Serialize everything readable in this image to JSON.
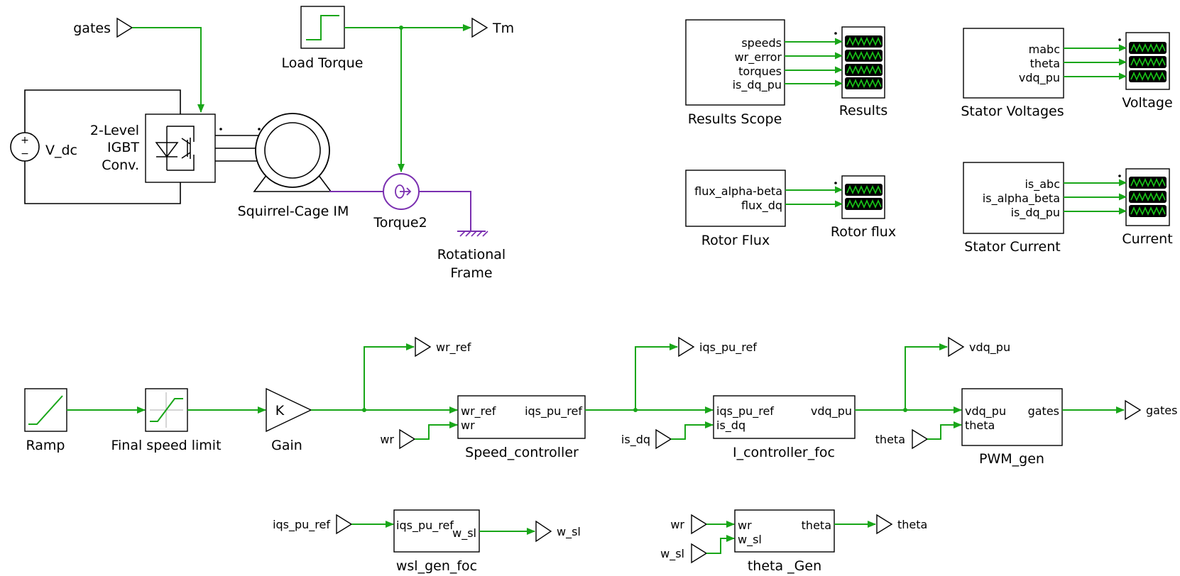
{
  "colors": {
    "signal": "#19a619",
    "mechanical": "#7a2fb0",
    "scope_wave": "#19c619"
  },
  "power": {
    "gates_tag": "gates",
    "vdc_label": "V_dc",
    "converter_label": [
      "2-Level",
      "IGBT",
      "Conv."
    ],
    "motor_label": "Squirrel-Cage IM",
    "load_torque_label": "Load Torque",
    "tm_tag": "Tm",
    "torque_source_label": "Torque2",
    "frame_label": [
      "Rotational",
      "Frame"
    ]
  },
  "scopes": {
    "results_scope": {
      "label": "Results Scope",
      "ports": [
        "speeds",
        "wr_error",
        "torques",
        "is_dq_pu"
      ],
      "scope_label": "Results"
    },
    "stator_voltages": {
      "label": "Stator Voltages",
      "ports": [
        "mabc",
        "theta",
        "vdq_pu"
      ],
      "scope_label": "Voltage"
    },
    "rotor_flux": {
      "label": "Rotor Flux",
      "ports": [
        "flux_alpha-beta",
        "flux_dq"
      ],
      "scope_label": "Rotor flux"
    },
    "stator_current": {
      "label": "Stator Current",
      "ports": [
        "is_abc",
        "is_alpha_beta",
        "is_dq_pu"
      ],
      "scope_label": "Current"
    }
  },
  "control": {
    "ramp_label": "Ramp",
    "limit_label": "Final speed limit",
    "gain_symbol": "K",
    "gain_label": "Gain",
    "wr_ref_tag": "wr_ref",
    "wr_tag": "wr",
    "speed_ctrl": {
      "label": "Speed_controller",
      "in": [
        "wr_ref",
        "wr"
      ],
      "out": "iqs_pu_ref"
    },
    "iqs_pu_ref_tag": "iqs_pu_ref",
    "is_dq_tag": "is_dq",
    "i_ctrl": {
      "label": "I_controller_foc",
      "in": [
        "iqs_pu_ref",
        "is_dq"
      ],
      "out": "vdq_pu"
    },
    "vdq_pu_tag": "vdq_pu",
    "theta_tag": "theta",
    "pwm": {
      "label": "PWM_gen",
      "in": [
        "vdq_pu",
        "theta"
      ],
      "out": "gates"
    },
    "gates_out_tag": "gates"
  },
  "aux": {
    "wsl_in_tag": "iqs_pu_ref",
    "wsl_block": {
      "label": "wsl_gen_foc",
      "in": "iqs_pu_ref",
      "out": "w_sl"
    },
    "wsl_out_tag": "w_sl",
    "theta_in_tags": [
      "wr",
      "w_sl"
    ],
    "theta_block": {
      "label": "theta _Gen",
      "in": [
        "wr",
        "w_sl"
      ],
      "out": "theta"
    },
    "theta_out_tag": "theta"
  }
}
